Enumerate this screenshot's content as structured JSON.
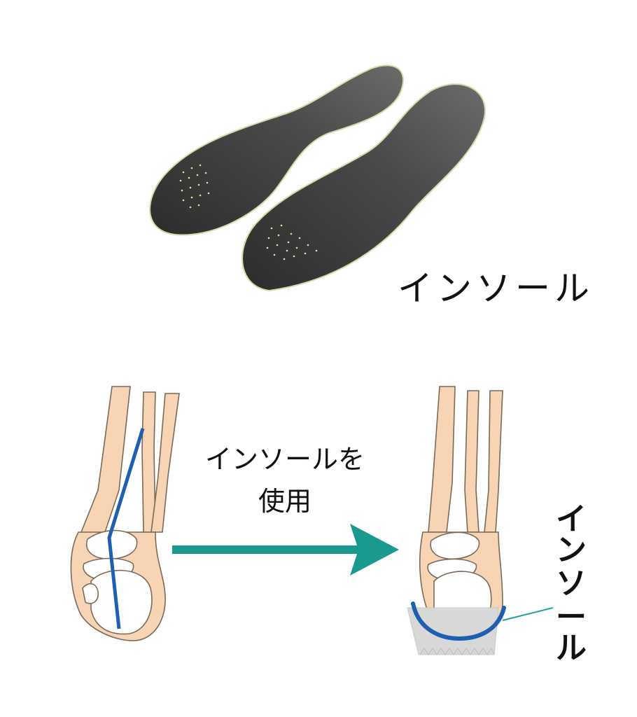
{
  "top_section": {
    "insole_label": "インソール"
  },
  "bottom_section": {
    "arrow_label_line1": "インソールを",
    "arrow_label_line2": "使用",
    "vertical_label_chars": [
      "イ",
      "ン",
      "ソ",
      "ー",
      "ル"
    ]
  },
  "colors": {
    "insole_fill": "#4a4a4a",
    "bone_fill": "#f6d4b4",
    "alignment_line": "#1f5fb0",
    "arrow": "#1a9a8e",
    "support_line": "#1fa3a0"
  }
}
